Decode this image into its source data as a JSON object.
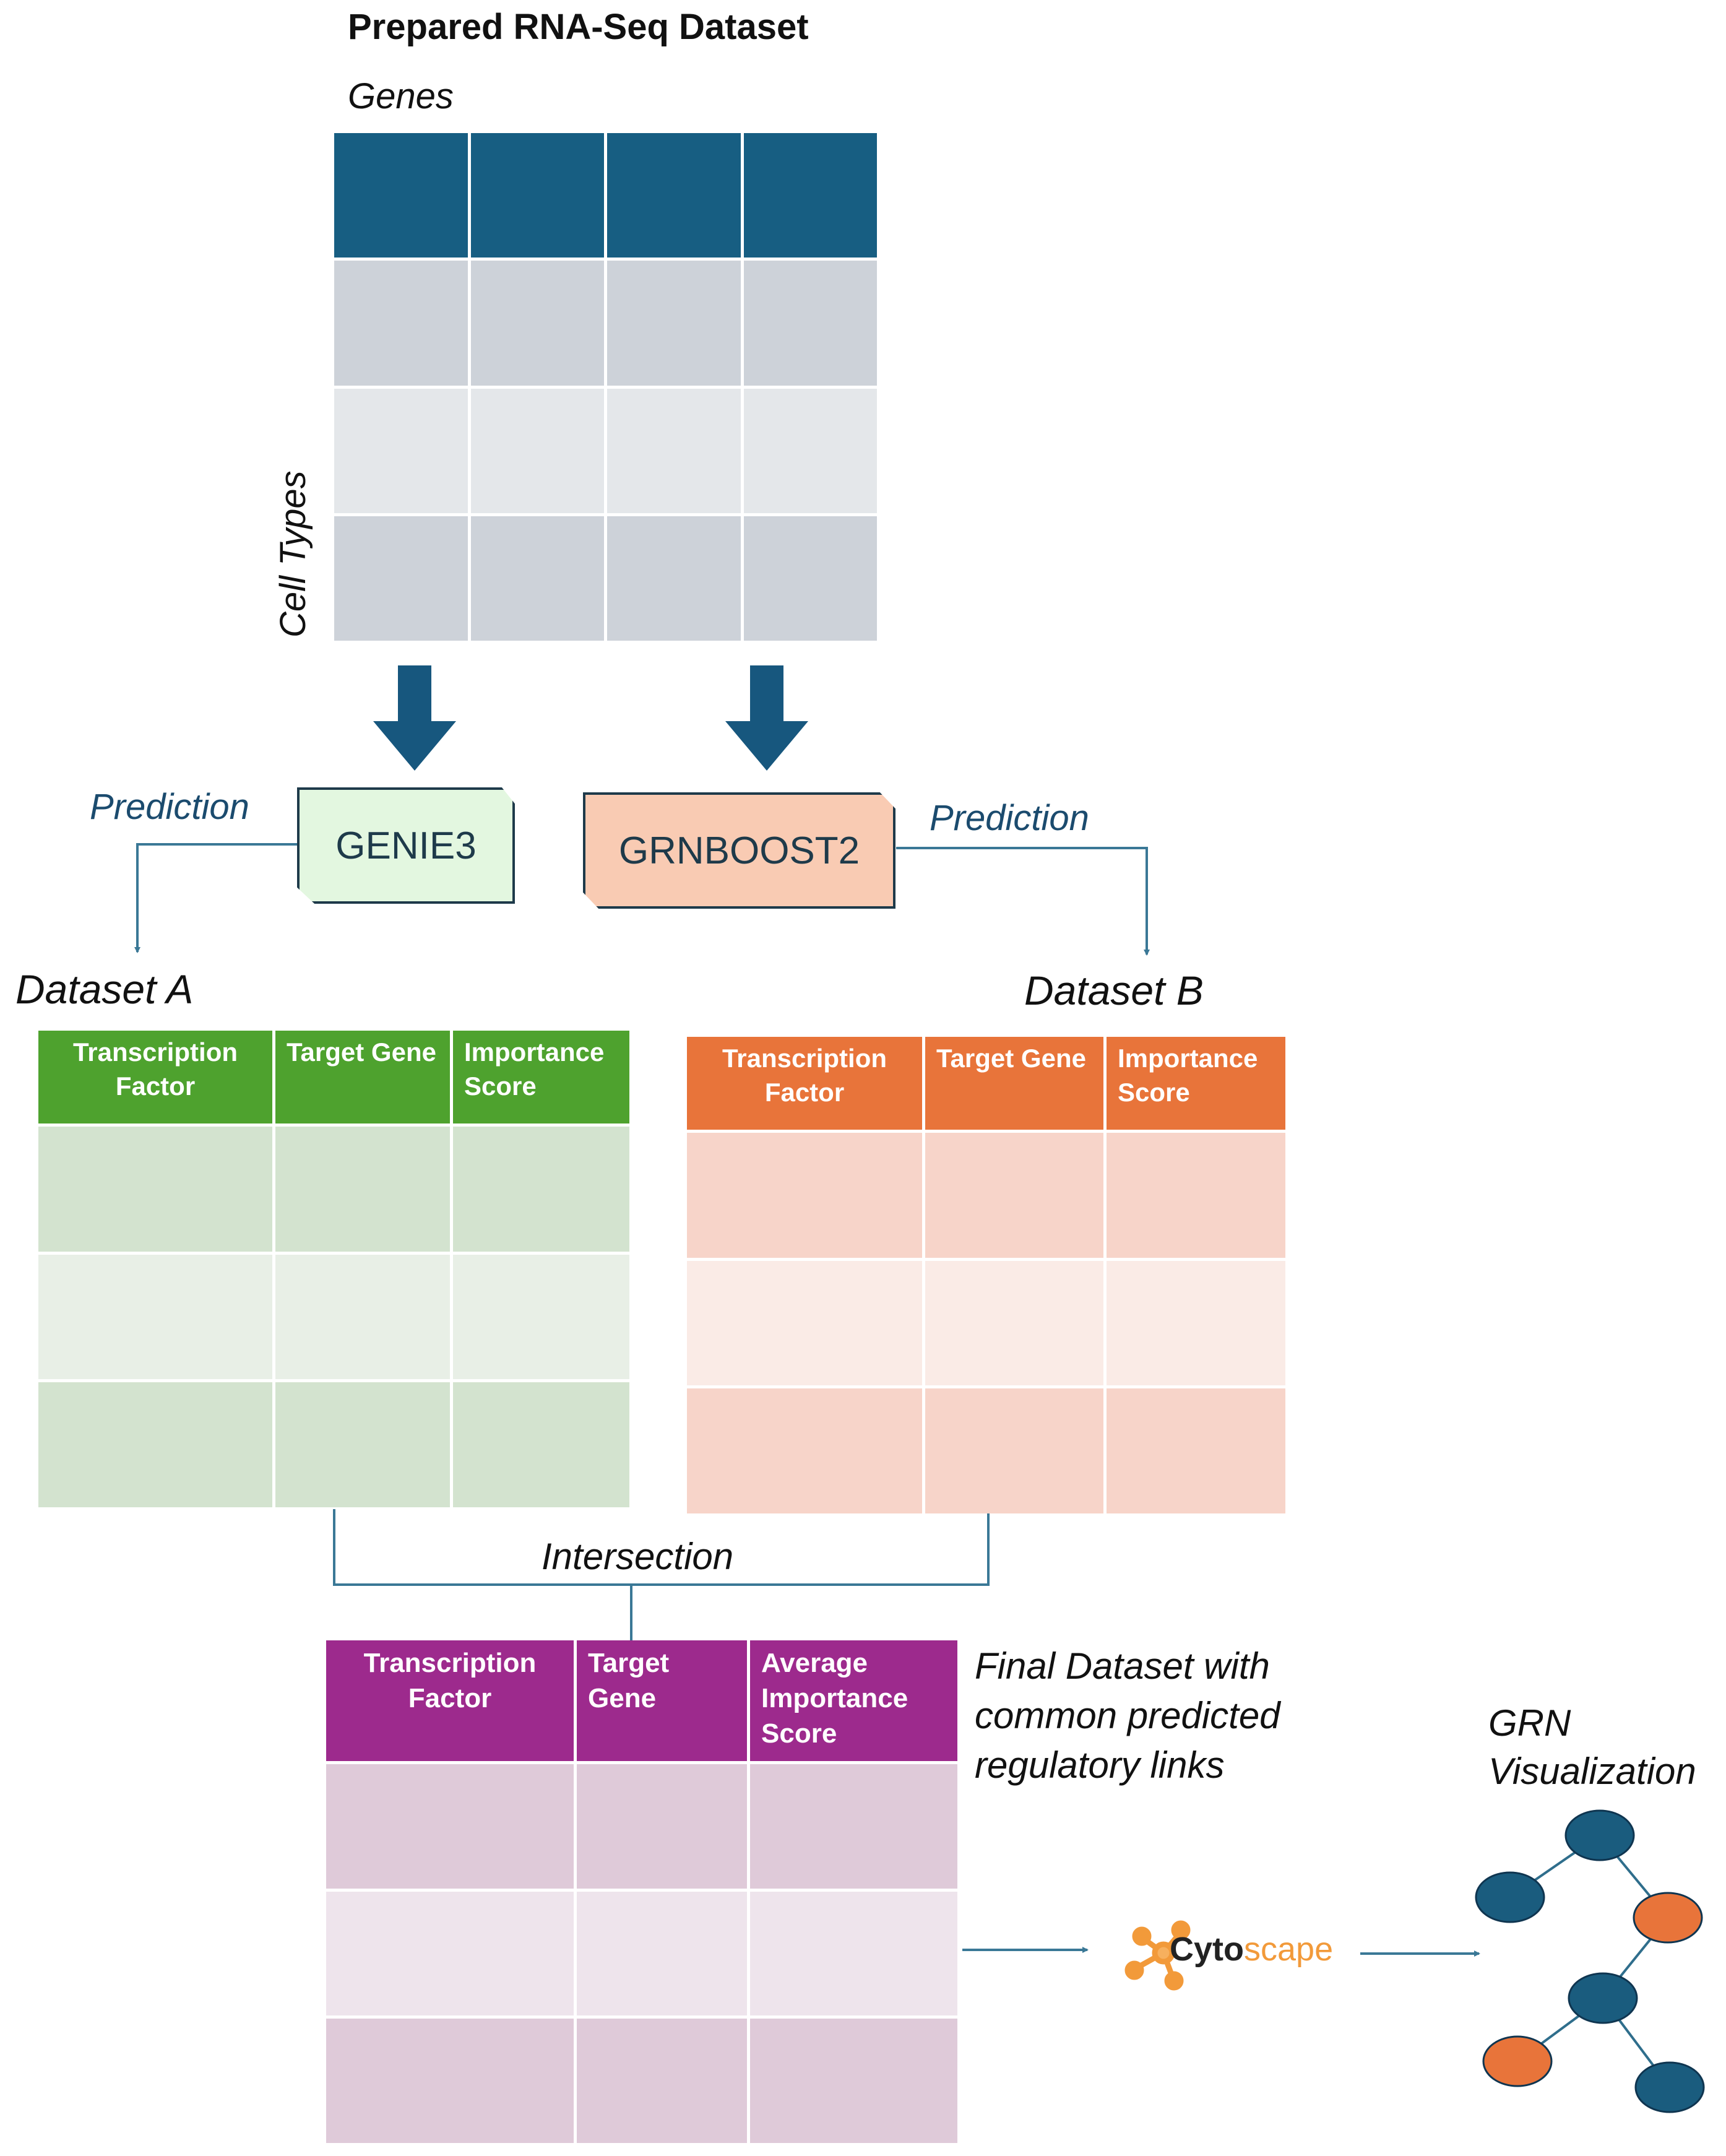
{
  "input": {
    "title": "Prepared RNA-Seq Dataset",
    "col_label": "Genes",
    "row_label": "Cell Types",
    "colors": {
      "header": "#175e82",
      "row_a": "#cdd2d9",
      "row_b": "#e4e7ea"
    }
  },
  "tools": {
    "genie3": {
      "label": "GENIE3",
      "color": "#e3f7e0"
    },
    "grnboost2": {
      "label": "GRNBOOST2",
      "color": "#f9cbb3"
    },
    "edge_label_left": "Prediction",
    "edge_label_right": "Prediction"
  },
  "dataset_a": {
    "title": "Dataset A",
    "headers": [
      "Transcription Factor",
      "Target Gene",
      "Importance Score"
    ],
    "colors": {
      "header": "#4ea22e",
      "row_a": "#d3e3cf",
      "row_b": "#e8efe6"
    }
  },
  "dataset_b": {
    "title": "Dataset B",
    "headers": [
      "Transcription Factor",
      "Target Gene",
      "Importance Score"
    ],
    "colors": {
      "header": "#e8743a",
      "row_a": "#f7d4c9",
      "row_b": "#faebe6"
    }
  },
  "merge_label": "Intersection",
  "final": {
    "headers": [
      "Transcription Factor",
      "Target Gene",
      "Average Importance Score"
    ],
    "caption": [
      "Final Dataset with",
      "common predicted",
      "regulatory links"
    ],
    "colors": {
      "header": "#9d2a8d",
      "row_a": "#dfcad9",
      "row_b": "#eee4ec"
    }
  },
  "viz": {
    "tool_name_a": "Cyto",
    "tool_name_b": "scape",
    "title": [
      "GRN",
      "Visualization"
    ],
    "node_colors": {
      "blue": "#1a5c7e",
      "orange": "#e8743a"
    }
  },
  "arrow_color": "#17577e",
  "line_color": "#3a7896"
}
